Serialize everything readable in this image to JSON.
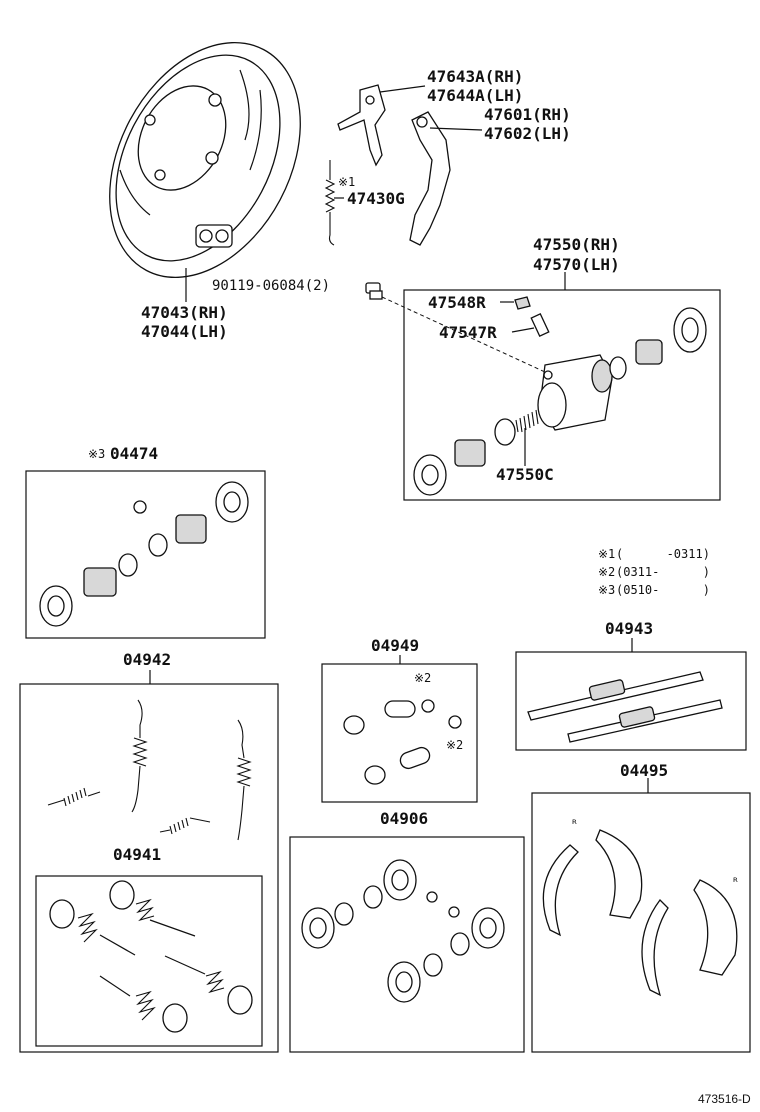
{
  "labels": {
    "p47643a": "47643A(RH)",
    "p47644a": "47644A(LH)",
    "p47601": "47601(RH)",
    "p47602": "47602(LH)",
    "p47430g_mark": "※1",
    "p47430g": "47430G",
    "p47550": "47550(RH)",
    "p47570": "47570(LH)",
    "p90119": "90119-06084(2)",
    "p47043": "47043(RH)",
    "p47044": "47044(LH)",
    "p47548r": "47548R",
    "p47547r": "47547R",
    "p47550c": "47550C",
    "p04474_mark": "※3",
    "p04474": "04474",
    "p04942": "04942",
    "p04941": "04941",
    "p04949": "04949",
    "p04949_mark_a": "※2",
    "p04949_mark_b": "※2",
    "p04943": "04943",
    "p04906": "04906",
    "p04495": "04495",
    "diagram_code": "473516-D"
  },
  "legend": [
    {
      "mark": "※1",
      "range": "(      -0311)"
    },
    {
      "mark": "※2",
      "range": "(0311-      )"
    },
    {
      "mark": "※3",
      "range": "(0510-      )"
    }
  ]
}
